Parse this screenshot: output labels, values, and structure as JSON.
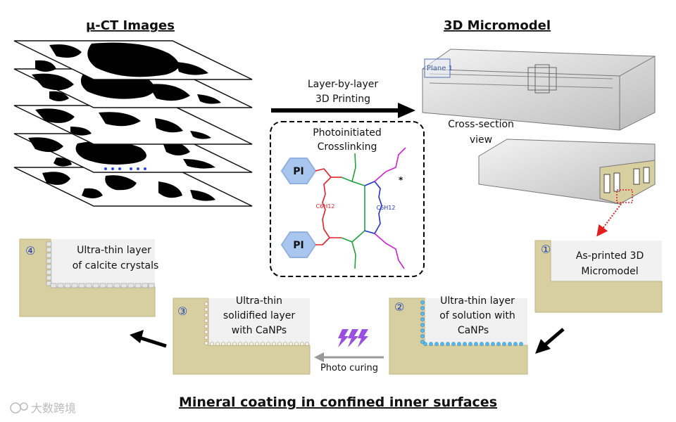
{
  "titles": {
    "left": "μ-CT Images",
    "right": "3D Micromodel",
    "bottom": "Mineral coating in confined inner surfaces"
  },
  "arrow_top": {
    "line1": "Layer-by-layer",
    "line2": "3D Printing"
  },
  "crosslink": {
    "line1": "Photoinitiated",
    "line2": "Crosslinking",
    "pi1": "PI",
    "pi2": "PI",
    "c6h12_left": "C6H12",
    "c6h12_right": "C6H12",
    "star": "*"
  },
  "micromodel": {
    "plane_label": "Plane 1",
    "cross_section_line1": "Cross-section",
    "cross_section_line2": "view"
  },
  "steps": [
    {
      "num": "①",
      "line1": "As-printed 3D",
      "line2": "Micromodel",
      "line3": ""
    },
    {
      "num": "②",
      "line1": "Ultra-thin layer",
      "line2": "of solution with",
      "line3": "CaNPs"
    },
    {
      "num": "③",
      "line1": "Ultra-thin",
      "line2": "solidified layer",
      "line3": "with CaNPs"
    },
    {
      "num": "④",
      "line1": "Ultra-thin layer",
      "line2": "of calcite crystals",
      "line3": ""
    }
  ],
  "photo_curing": "Photo curing",
  "watermark": "大数跨境",
  "colors": {
    "beige": "#d8cfa0",
    "crosslink_red": "#e0202a",
    "crosslink_green": "#22a040",
    "crosslink_blue": "#2233cc",
    "crosslink_magenta": "#d020d0",
    "pi_hex": "#a9c6ef",
    "lightning": "#9a4fe0",
    "dots_blue": "#2a48e0",
    "nanoparticle_blue": "#5ab8ec"
  }
}
